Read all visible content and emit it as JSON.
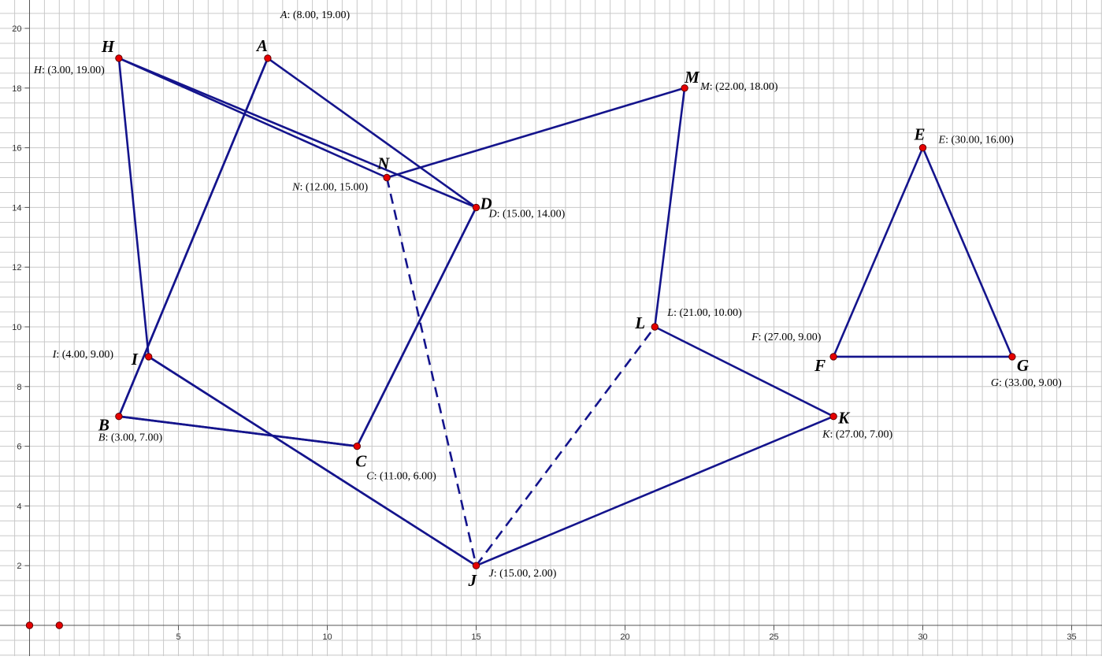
{
  "diagram": {
    "axis": {
      "x_ticks": [
        5,
        10,
        15,
        20,
        25,
        30,
        35
      ],
      "y_ticks": [
        2,
        4,
        6,
        8,
        10,
        12,
        14,
        16,
        18,
        20
      ]
    },
    "points": [
      {
        "name": "A",
        "x": 8,
        "y": 19,
        "coord": ": (8.00, 19.00)"
      },
      {
        "name": "B",
        "x": 3,
        "y": 7,
        "coord": ": (3.00, 7.00)"
      },
      {
        "name": "C",
        "x": 11,
        "y": 6,
        "coord": ": (11.00, 6.00)"
      },
      {
        "name": "D",
        "x": 15,
        "y": 14,
        "coord": ": (15.00, 14.00)"
      },
      {
        "name": "E",
        "x": 30,
        "y": 16,
        "coord": ": (30.00, 16.00)"
      },
      {
        "name": "F",
        "x": 27,
        "y": 9,
        "coord": ": (27.00, 9.00)"
      },
      {
        "name": "G",
        "x": 33,
        "y": 9,
        "coord": ": (33.00, 9.00)"
      },
      {
        "name": "H",
        "x": 3,
        "y": 19,
        "coord": ": (3.00, 19.00)"
      },
      {
        "name": "I",
        "x": 4,
        "y": 9,
        "coord": ": (4.00, 9.00)"
      },
      {
        "name": "J",
        "x": 15,
        "y": 2,
        "coord": ": (15.00, 2.00)"
      },
      {
        "name": "K",
        "x": 27,
        "y": 7,
        "coord": ": (27.00, 7.00)"
      },
      {
        "name": "L",
        "x": 21,
        "y": 10,
        "coord": ": (21.00, 10.00)"
      },
      {
        "name": "M",
        "x": 22,
        "y": 18,
        "coord": ": (22.00, 18.00)"
      },
      {
        "name": "N",
        "x": 12,
        "y": 15,
        "coord": ": (12.00, 15.00)"
      }
    ],
    "extra_points": [
      {
        "x": 0,
        "y": 0
      },
      {
        "x": 1,
        "y": 0
      }
    ],
    "polygons": [
      {
        "id": "blue-heptagon",
        "vertices": [
          "H",
          "N",
          "M",
          "L",
          "K",
          "J",
          "I"
        ],
        "fill": "#5a5aff",
        "opacity": 0.76
      },
      {
        "id": "red-quadrilateral",
        "vertices": [
          "A",
          "D",
          "C",
          "B"
        ],
        "fill": "#ff4646",
        "opacity": 0.66
      },
      {
        "id": "cyan-triangle",
        "vertices": [
          "E",
          "G",
          "F"
        ],
        "fill": "#5afaf5",
        "opacity": 0.78
      }
    ],
    "edges": [
      [
        "H",
        "D"
      ],
      [
        "A",
        "B"
      ],
      [
        "I",
        "J"
      ],
      [
        "C",
        "D"
      ],
      [
        "B",
        "C"
      ]
    ],
    "dashed_edges": [
      [
        "N",
        "J"
      ],
      [
        "J",
        "L"
      ]
    ],
    "colors": {
      "edge": "#14148c",
      "point": "#e60000",
      "grid": "#c8c8c8"
    }
  }
}
